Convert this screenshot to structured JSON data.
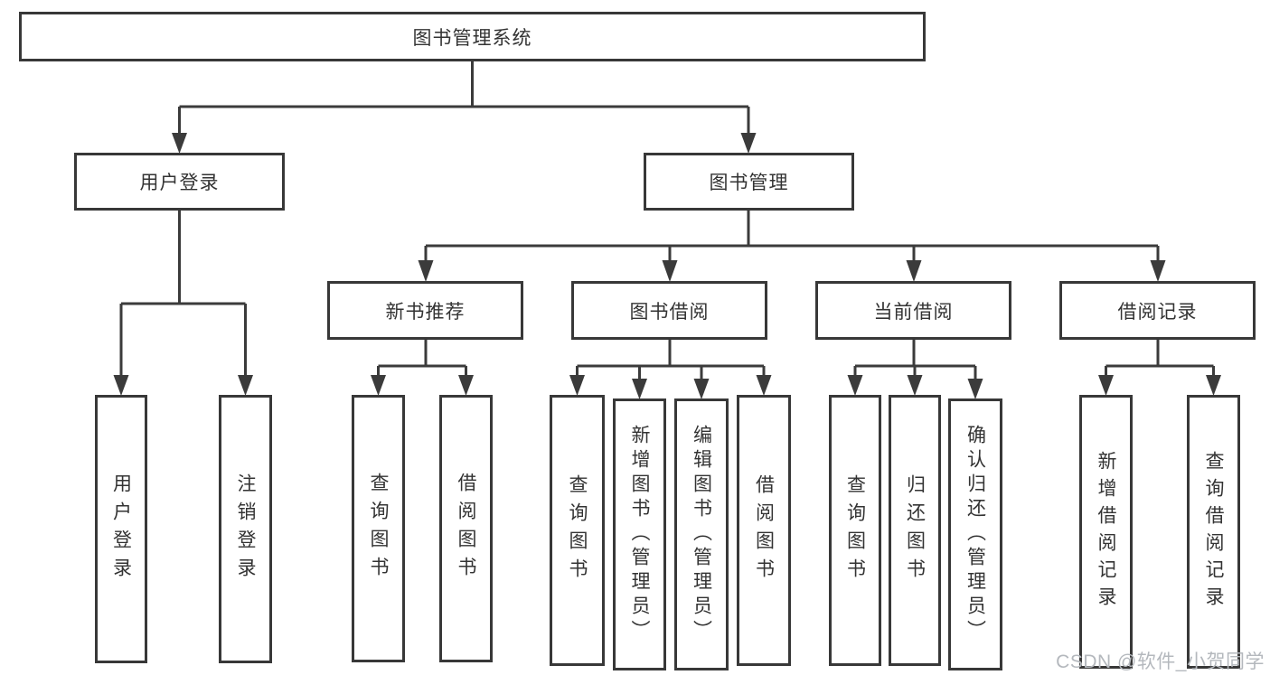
{
  "diagram": {
    "tree": {
      "root": {
        "label": "图书管理系统"
      },
      "children": [
        {
          "label": "用户登录",
          "children": [
            {
              "label": "用户登录"
            },
            {
              "label": "注销登录"
            }
          ]
        },
        {
          "label": "图书管理",
          "children": [
            {
              "label": "新书推荐",
              "children": [
                {
                  "label": "查询图书"
                },
                {
                  "label": "借阅图书"
                }
              ]
            },
            {
              "label": "图书借阅",
              "children": [
                {
                  "label": "查询图书"
                },
                {
                  "label": "新增图书（管理员）"
                },
                {
                  "label": "编辑图书（管理员）"
                },
                {
                  "label": "借阅图书"
                }
              ]
            },
            {
              "label": "当前借阅",
              "children": [
                {
                  "label": "查询图书"
                },
                {
                  "label": "归还图书"
                },
                {
                  "label": "确认归还（管理员）"
                }
              ]
            },
            {
              "label": "借阅记录",
              "children": [
                {
                  "label": "新增借阅记录"
                },
                {
                  "label": "查询借阅记录"
                }
              ]
            }
          ]
        }
      ]
    }
  },
  "watermark": {
    "text": "CSDN @软件_小贺同学"
  },
  "colors": {
    "line": "#3b3b3b",
    "box_border": "#383838",
    "text": "#333333",
    "watermark": "#b4b8bd",
    "background": "#ffffff"
  }
}
